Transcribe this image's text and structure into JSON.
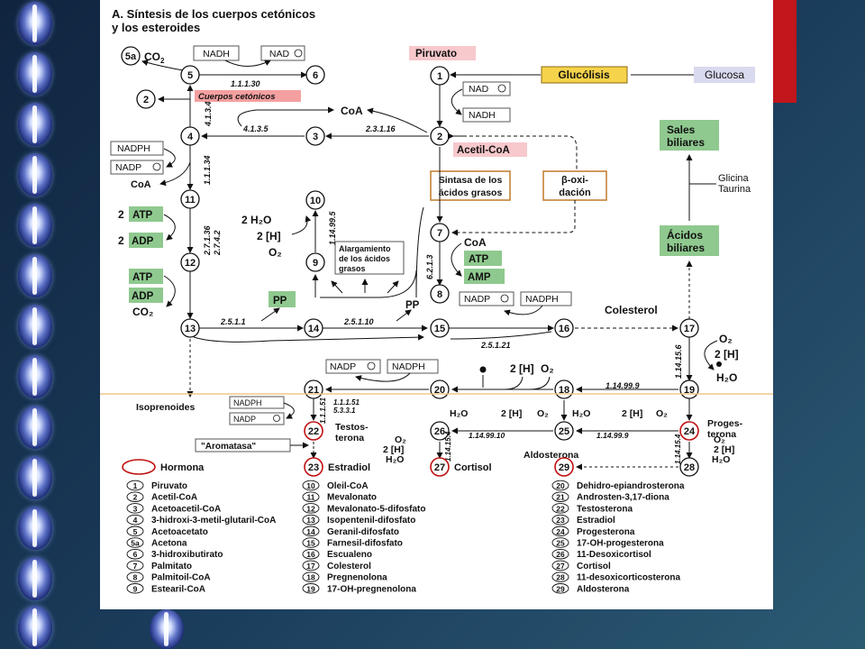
{
  "title_line1": "A. Síntesis de los cuerpos cetónicos",
  "title_line2": "y los esteroides",
  "labels": {
    "n5a": "5a",
    "co2_top": "CO",
    "nadh_top": "NADH",
    "nad_top": "NAD",
    "ec_1_1_1_30": "1.1.1.30",
    "cuerpos_cetonicos": "Cuerpos cetónicos",
    "piruvato": "Piruvato",
    "glucolisis": "Glucólisis",
    "glucosa": "Glucosa",
    "nad_1": "NAD",
    "nadh_1": "NADH",
    "ec_4_1_3_4": "4.1.3.4",
    "coa_mid": "CoA",
    "ec_4_1_3_5": "4.1.3.5",
    "ec_2_3_1_16": "2.3.1.16",
    "acetil_coa": "Acetil-CoA",
    "nadph_4": "NADPH",
    "nadp_4": "NADP",
    "coa_4": "CoA",
    "ec_1_1_1_34": "1.1.1.34",
    "sintasa1": "Sintasa de los",
    "sintasa2": "ácidos grasos",
    "beta1": "β-oxi-",
    "beta2": "dación",
    "sales1": "Sales",
    "sales2": "biliares",
    "glicina": "Glicina",
    "taurina": "Taurina",
    "acidos1": "Ácidos",
    "acidos2": "biliares",
    "atp_11": "ATP",
    "adp_11": "ADP",
    "two_a": "2",
    "two_b": "2",
    "ec_2_7_1_36": "2.7.1.36",
    "ec_2_7_4_2": "2.7.4.2",
    "h2o_2": "2 H₂O",
    "h_2": "2 [H]",
    "o2_9": "O₂",
    "ec_1_14_99_5": "1.14.99.5",
    "alarg1": "Alargamiento",
    "alarg2": "de los ácidos",
    "alarg3": "grasos",
    "coa_7": "CoA",
    "atp_7": "ATP",
    "amp_7": "AMP",
    "ec_6_2_1_3": "6.2.1.3",
    "atp_12": "ATP",
    "adp_12": "ADP",
    "co2_12": "CO₂",
    "pp_left": "PP",
    "pp_right": "PP",
    "nadp_8": "NADP",
    "nadph_8": "NADPH",
    "colesterol": "Colesterol",
    "ec_2_5_1_1": "2.5.1.1",
    "ec_2_5_1_10": "2.5.1.10",
    "ec_2_5_1_21": "2.5.1.21",
    "o2_17": "O₂",
    "h_17": "2 [H]",
    "h2o_17": "H₂O",
    "ec_1_14_15_6": "1.14.15.6",
    "nadp_21": "NADP",
    "nadph_21": "NADPH",
    "h_20": "2 [H]",
    "o2_20": "O₂",
    "ec_1_14_99_9": "1.14.99.9",
    "isoprenoides": "Isoprenoides",
    "nadph_22": "NADPH",
    "nadp_22": "NADP",
    "ec_1_1_1_51": "1.1.1.51",
    "ec_5_3_3_1": "5.3.3.1",
    "ec_1_1_1_51b": "1.1.1.51",
    "h2o_a": "H₂O",
    "h_a": "2 [H]",
    "o2_a": "O₂",
    "h2o_b": "H₂O",
    "h_b": "2 [H]",
    "o2_b": "O₂",
    "testos1": "Testos-",
    "testos2": "terona",
    "proges1": "Proges-",
    "proges2": "terona",
    "o2_24": "O₂",
    "h_24": "2 [H]",
    "h2o_24": "H₂O",
    "ec_1_14_99_10": "1.14.99.10",
    "ec_1_14_99_9b": "1.14.99.9",
    "o2_26": "O₂",
    "h_26": "2 [H]",
    "h2o_26": "H₂O",
    "ec_1_14_15_4": "1.14.15.4",
    "ec_1_14_15_4b": "1.14.15.4",
    "aromatasa": "\"Aromatasa\"",
    "aldosterona": "Aldosterona",
    "hormona": "Hormona",
    "estradiol": "Estradiol",
    "cortisol": "Cortisol"
  },
  "legend": [
    [
      "1",
      "Piruvato"
    ],
    [
      "2",
      "Acetil-CoA"
    ],
    [
      "3",
      "Acetoacetil-CoA"
    ],
    [
      "4",
      "3-hidroxi-3-metil-glutaril-CoA"
    ],
    [
      "5",
      "Acetoacetato"
    ],
    [
      "5a",
      "Acetona"
    ],
    [
      "6",
      "3-hidroxibutirato"
    ],
    [
      "7",
      "Palmitato"
    ],
    [
      "8",
      "Palmitoil-CoA"
    ],
    [
      "9",
      "Estearil-CoA"
    ],
    [
      "10",
      "Oleil-CoA"
    ],
    [
      "11",
      "Mevalonato"
    ],
    [
      "12",
      "Mevalonato-5-difosfato"
    ],
    [
      "13",
      "Isopentenil-difosfato"
    ],
    [
      "14",
      "Geranil-difosfato"
    ],
    [
      "15",
      "Farnesil-difosfato"
    ],
    [
      "16",
      "Escualeno"
    ],
    [
      "17",
      "Colesterol"
    ],
    [
      "18",
      "Pregnenolona"
    ],
    [
      "19",
      "17-OH-pregnenolona"
    ],
    [
      "20",
      "Dehidro-epiandrosterona"
    ],
    [
      "21",
      "Androsten-3,17-diona"
    ],
    [
      "22",
      "Testosterona"
    ],
    [
      "23",
      "Estradiol"
    ],
    [
      "24",
      "Progesterona"
    ],
    [
      "25",
      "17-OH-progesterona"
    ],
    [
      "26",
      "11-Desoxicortisol"
    ],
    [
      "27",
      "Cortisol"
    ],
    [
      "28",
      "11-desoxicorticosterona"
    ],
    [
      "29",
      "Aldosterona"
    ]
  ]
}
